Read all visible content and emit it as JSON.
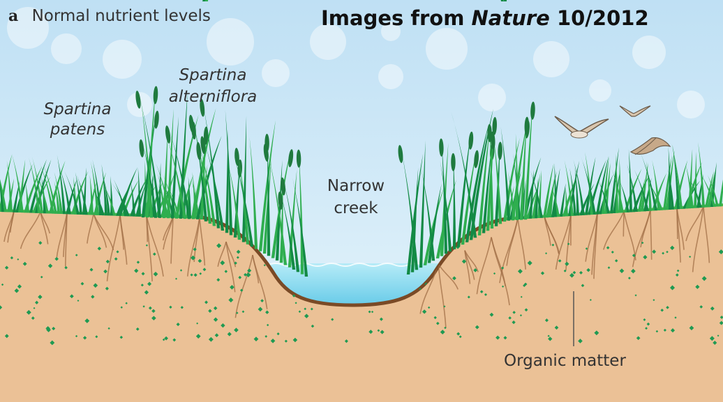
{
  "panel": {
    "letter": "a",
    "title": "Normal nutrient levels"
  },
  "attribution": {
    "prefix": "Images from ",
    "journal": "Nature",
    "issue": " 10/2012"
  },
  "labels": {
    "spartina_patens": [
      "Spartina",
      "patens"
    ],
    "spartina_alterniflora": [
      "Spartina",
      "alterniflora"
    ],
    "creek": [
      "Narrow",
      "creek"
    ],
    "organic_matter": "Organic matter"
  },
  "colors": {
    "sky": "#cfe9f7",
    "soil": "#ebc196",
    "soil_edge": "#7a4a26",
    "grass_light": "#2fae4f",
    "grass_dark": "#138a45",
    "water": "#8fd9ef",
    "organic_dots": "#1f9a52",
    "roots": "#a06e46"
  },
  "icons": [
    "bird-icon",
    "grass-tuft-icon",
    "seed-head-icon"
  ]
}
